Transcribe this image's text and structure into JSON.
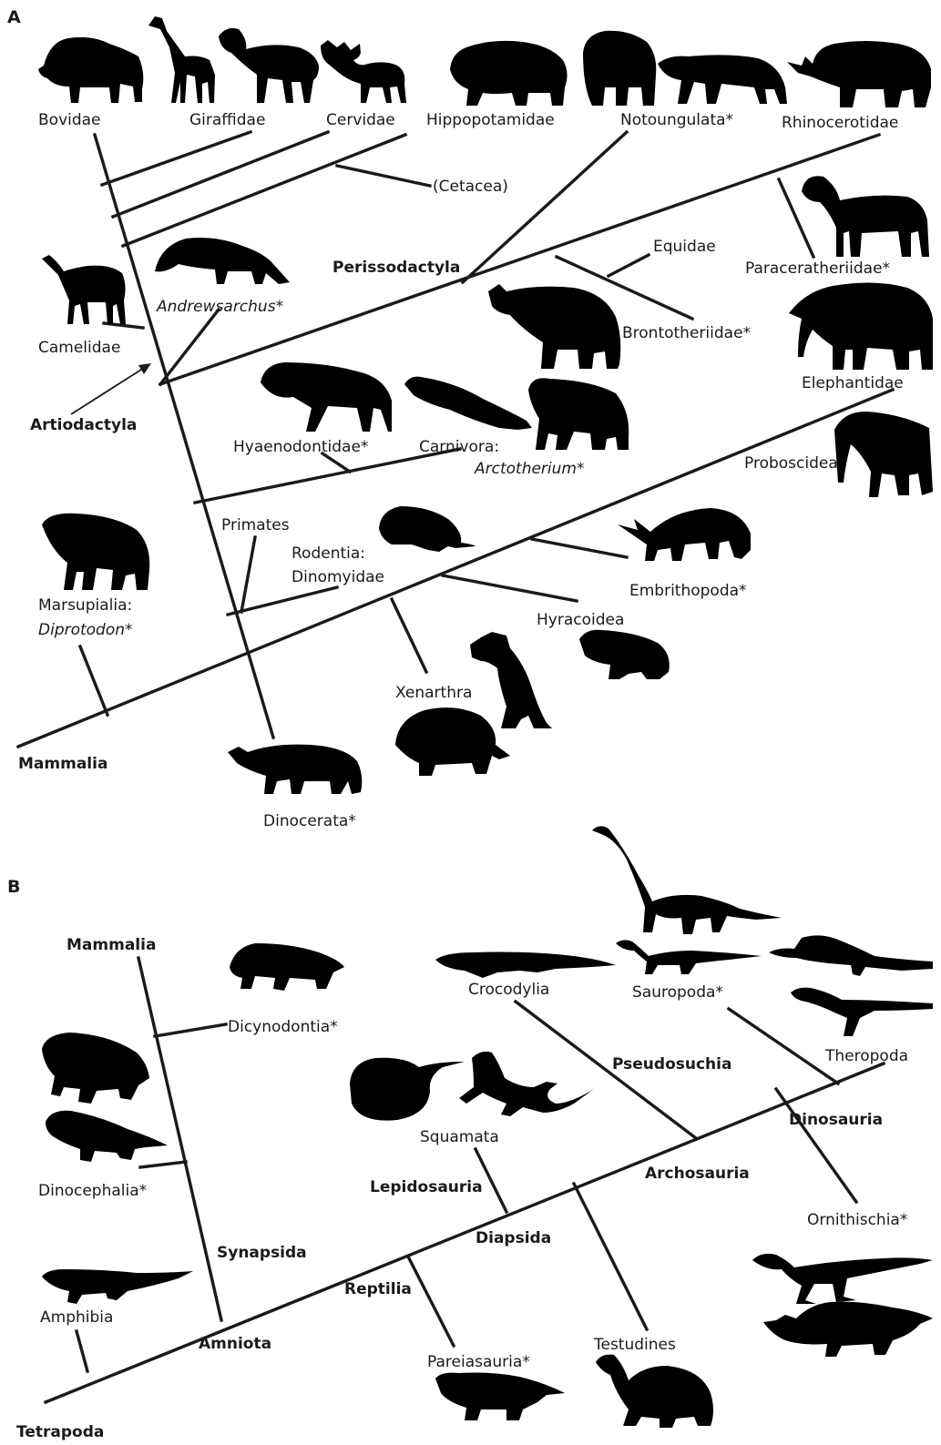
{
  "panels": {
    "a": "A",
    "b": "B"
  },
  "tree_a": {
    "root": "Mammalia",
    "taxa": {
      "bovidae": "Bovidae",
      "giraffidae": "Giraffidae",
      "cervidae": "Cervidae",
      "hippopotamidae": "Hippopotamidae",
      "notoungulata": "Notoungulata*",
      "rhinocerotidae": "Rhinocerotidae",
      "cetacea": "(Cetacea)",
      "perissodactyla": "Perissodactyla",
      "equidae": "Equidae",
      "paraceratheriidae": "Paraceratheriidae*",
      "brontotheriidae": "Brontotheriidae*",
      "camelidae": "Camelidae",
      "andrewsarchus": "Andrewsarchus*",
      "artiodactyla": "Artiodactyla",
      "elephantidae": "Elephantidae",
      "hyaenodontidae": "Hyaenodontidae*",
      "carnivora_1": "Carnivora:",
      "carnivora_2": "Arctotherium*",
      "proboscidea": "Proboscidea",
      "primates": "Primates",
      "rodentia_1": "Rodentia:",
      "rodentia_2": "Dinomyidae",
      "embrithopoda": "Embrithopoda*",
      "marsupialia_1": "Marsupialia:",
      "marsupialia_2": "Diprotodon*",
      "hyracoidea": "Hyracoidea",
      "xenarthra": "Xenarthra",
      "dinocerata": "Dinocerata*"
    }
  },
  "tree_b": {
    "root": "Tetrapoda",
    "taxa": {
      "mammalia": "Mammalia",
      "dicynodontia": "Dicynodontia*",
      "crocodylia": "Crocodylia",
      "sauropoda": "Sauropoda*",
      "pseudosuchia": "Pseudosuchia",
      "theropoda": "Theropoda",
      "squamata": "Squamata",
      "dinosauria": "Dinosauria",
      "dinocephalia": "Dinocephalia*",
      "archosauria": "Archosauria",
      "lepidosauria": "Lepidosauria",
      "ornithischia": "Ornithischia*",
      "diapsida": "Diapsida",
      "synapsida": "Synapsida",
      "reptilia": "Reptilia",
      "amphibia": "Amphibia",
      "amniota": "Amniota",
      "testudines": "Testudines",
      "pareiasauria": "Pareiasauria*"
    }
  }
}
